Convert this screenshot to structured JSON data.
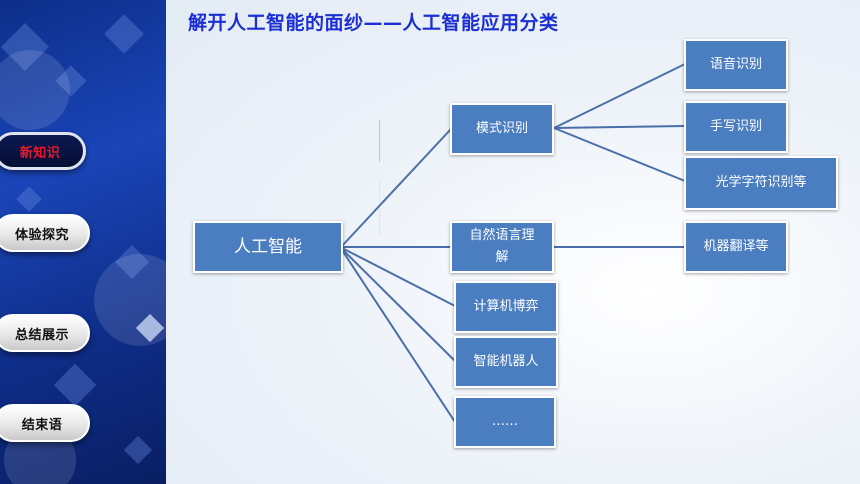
{
  "title": "解开人工智能的面纱——人工智能应用分类",
  "nav": [
    {
      "label": "新知识",
      "active": true
    },
    {
      "label": "体验探究",
      "active": false
    },
    {
      "label": "总结展示",
      "active": false
    },
    {
      "label": "结束语",
      "active": false
    }
  ],
  "diagram": {
    "root": "人工智能",
    "branches": {
      "pattern": "模式识别",
      "nlp": "自然语言理解",
      "game": "计算机博弈",
      "robot": "智能机器人",
      "more": "……"
    },
    "leaves": {
      "speech": "语音识别",
      "handwriting": "手写识别",
      "ocr": "光学字符识别等",
      "translation": "机器翻译等"
    }
  },
  "colors": {
    "node_fill": "#4a7ec0",
    "connector": "#4a6fa8",
    "title": "#1b2fd4",
    "active_nav_text": "#e8182b"
  }
}
